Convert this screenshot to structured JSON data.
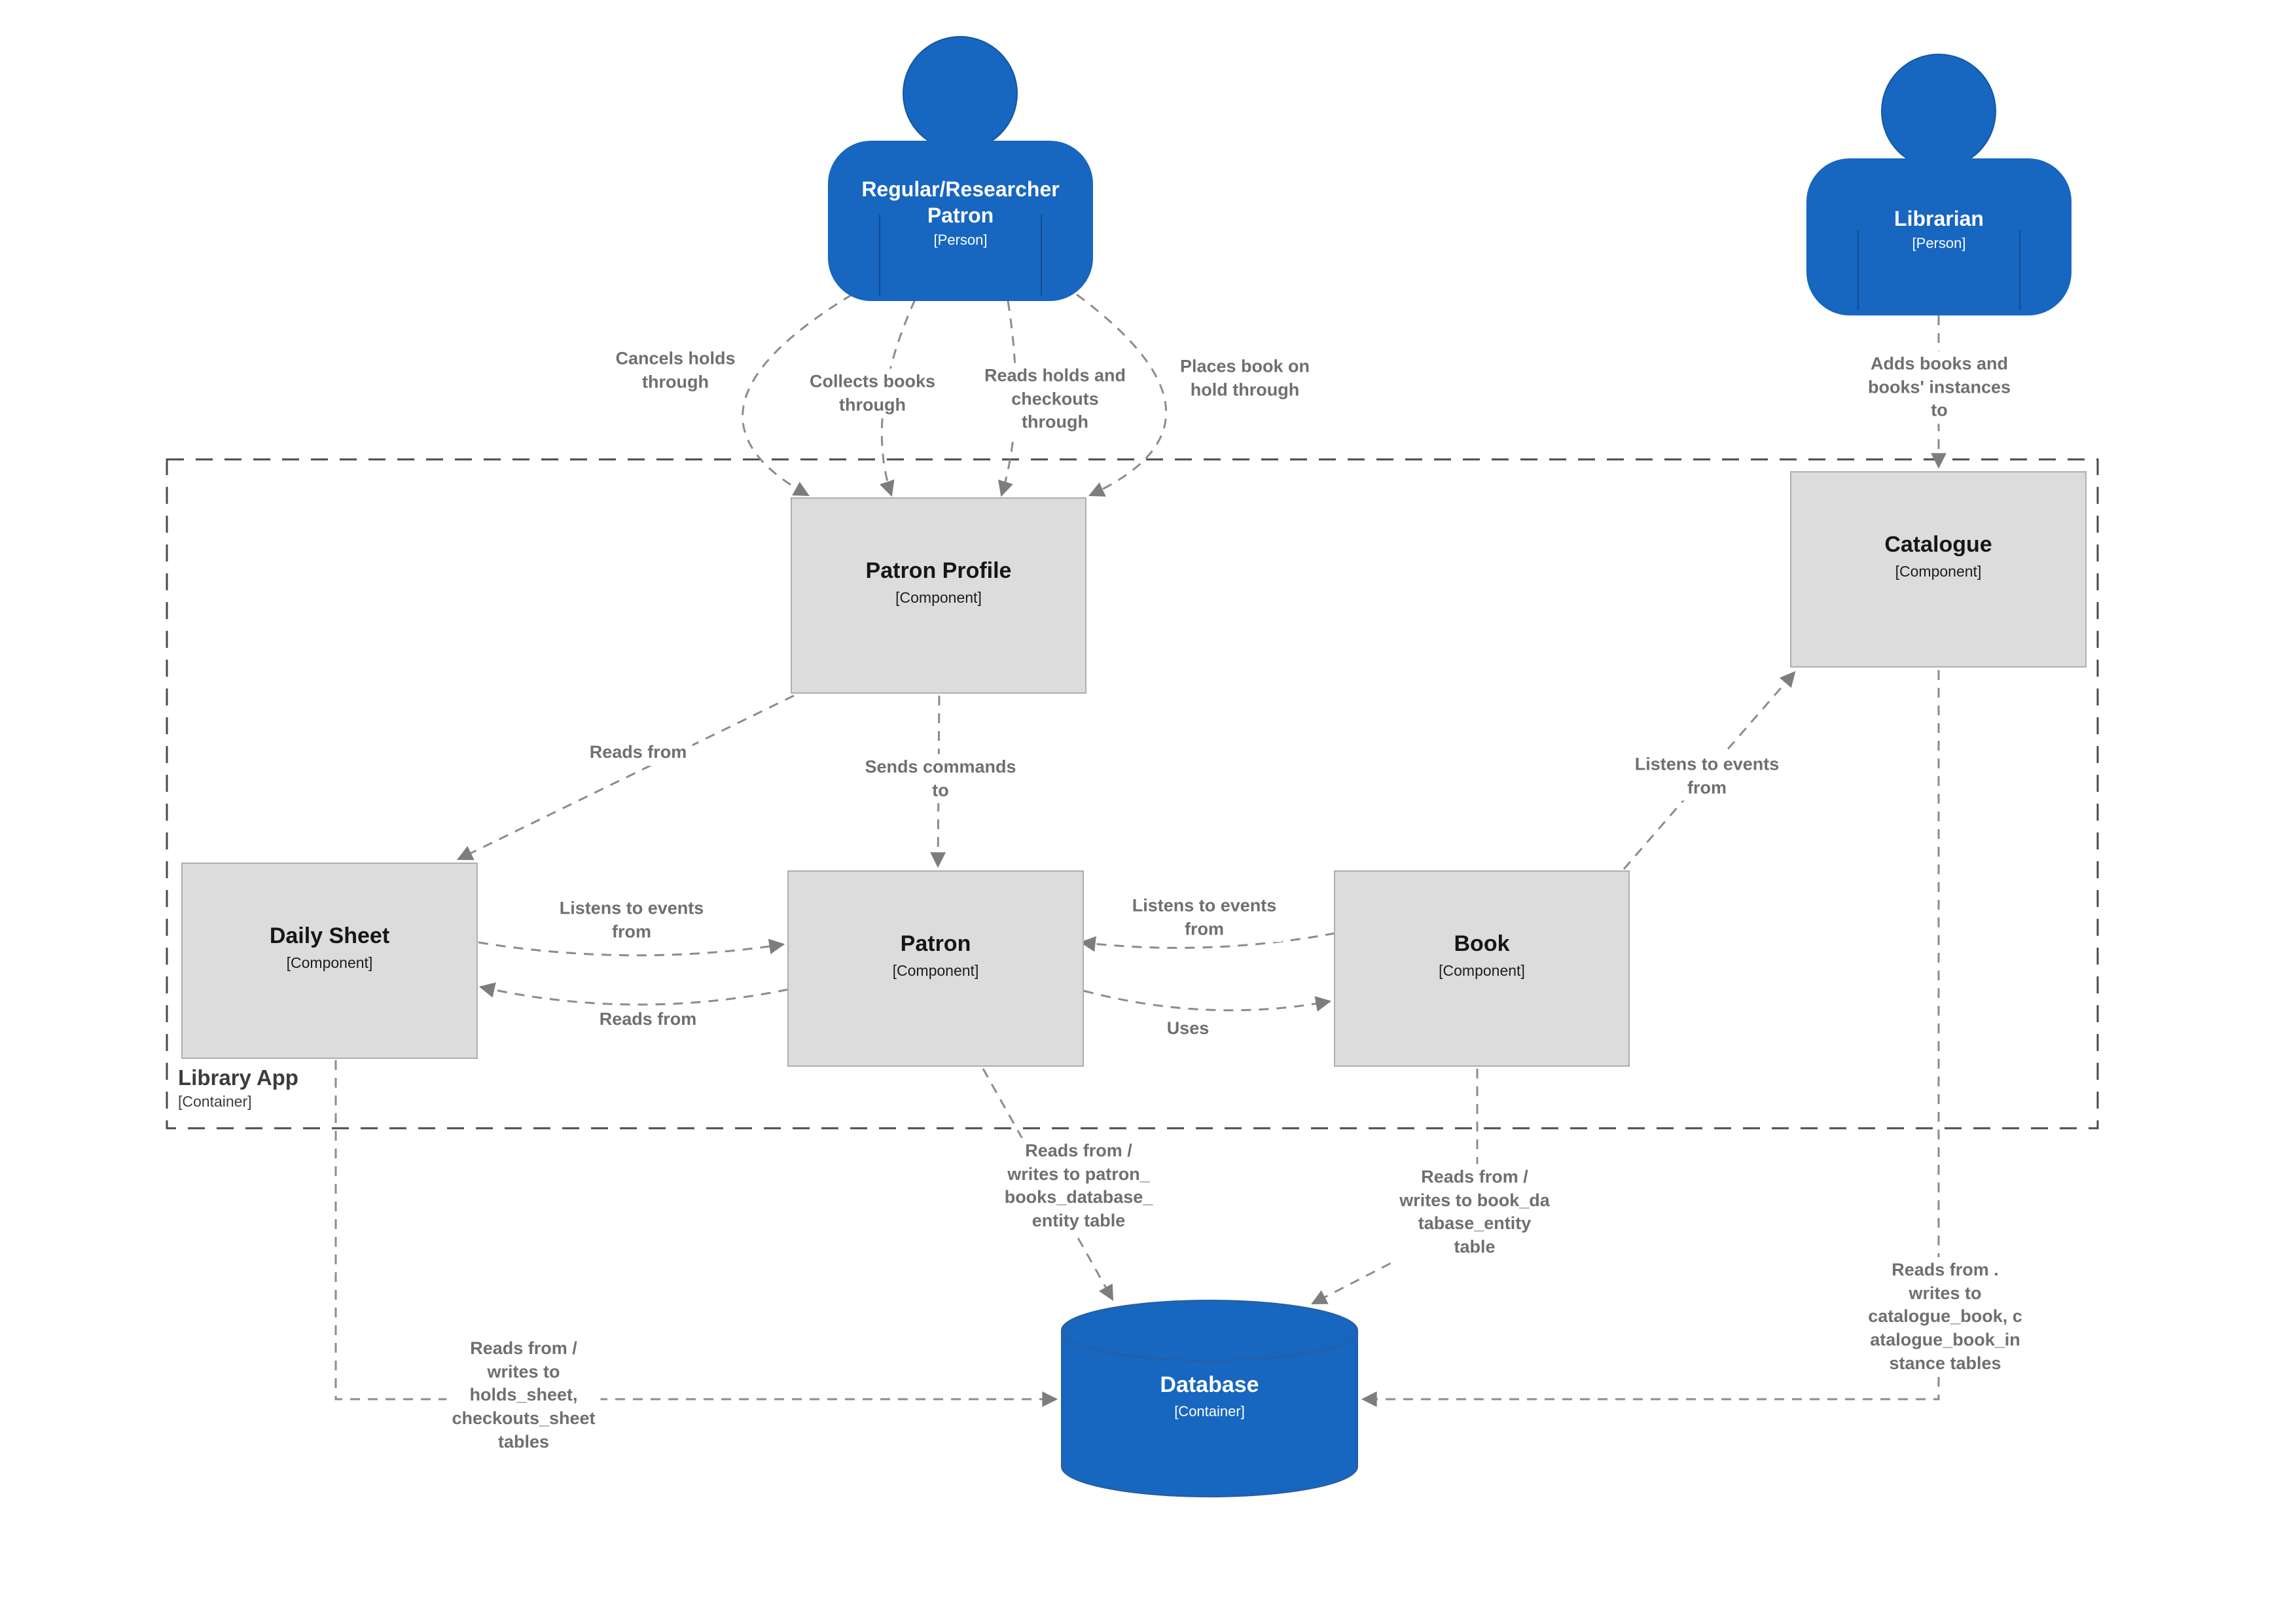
{
  "colors": {
    "blue": "#1766C0",
    "db_outline": "#2A5D9E",
    "component_fill": "#DCDCDC",
    "component_border": "#AEAEAE",
    "edge": "#8C8C8C",
    "arrowhead": "#7D7D7D",
    "edge_label": "#6F6F6F",
    "boundary": "#4A4A4A",
    "node_text": "#161616"
  },
  "boundary": {
    "title": "Library App",
    "type": "[Container]"
  },
  "nodes": {
    "patron_person": {
      "title": "Regular/Researcher Patron",
      "type": "[Person]"
    },
    "librarian": {
      "title": "Librarian",
      "type": "[Person]"
    },
    "patron_profile": {
      "title": "Patron Profile",
      "type": "[Component]"
    },
    "catalogue": {
      "title": "Catalogue",
      "type": "[Component]"
    },
    "daily_sheet": {
      "title": "Daily Sheet",
      "type": "[Component]"
    },
    "patron": {
      "title": "Patron",
      "type": "[Component]"
    },
    "book": {
      "title": "Book",
      "type": "[Component]"
    },
    "database": {
      "title": "Database",
      "type": "[Container]"
    }
  },
  "edges": {
    "cancels_holds": "Cancels holds\nthrough",
    "collects_books": "Collects books\nthrough",
    "reads_holds": "Reads holds and\ncheckouts\nthrough",
    "places_hold": "Places book on\nhold through",
    "adds_books": "Adds books and\nbooks' instances\nto",
    "pp_reads_ds": "Reads from",
    "sends_commands": "Sends commands\nto",
    "book_listens_catalogue": "Listens to events\nfrom",
    "ds_listens_patron": "Listens to events\nfrom",
    "patron_reads_ds": "Reads from",
    "book_listens_patron": "Listens to events\nfrom",
    "uses": "Uses",
    "patron_db": "Reads from /\nwrites to patron_\nbooks_database_\nentity table",
    "book_db": "Reads from /\nwrites to book_da\ntabase_entity\ntable",
    "catalogue_db": "Reads from .\nwrites to\ncatalogue_book, c\natalogue_book_in\nstance tables",
    "ds_db": "Reads from /\nwrites to\nholds_sheet,\ncheckouts_sheet\ntables"
  }
}
